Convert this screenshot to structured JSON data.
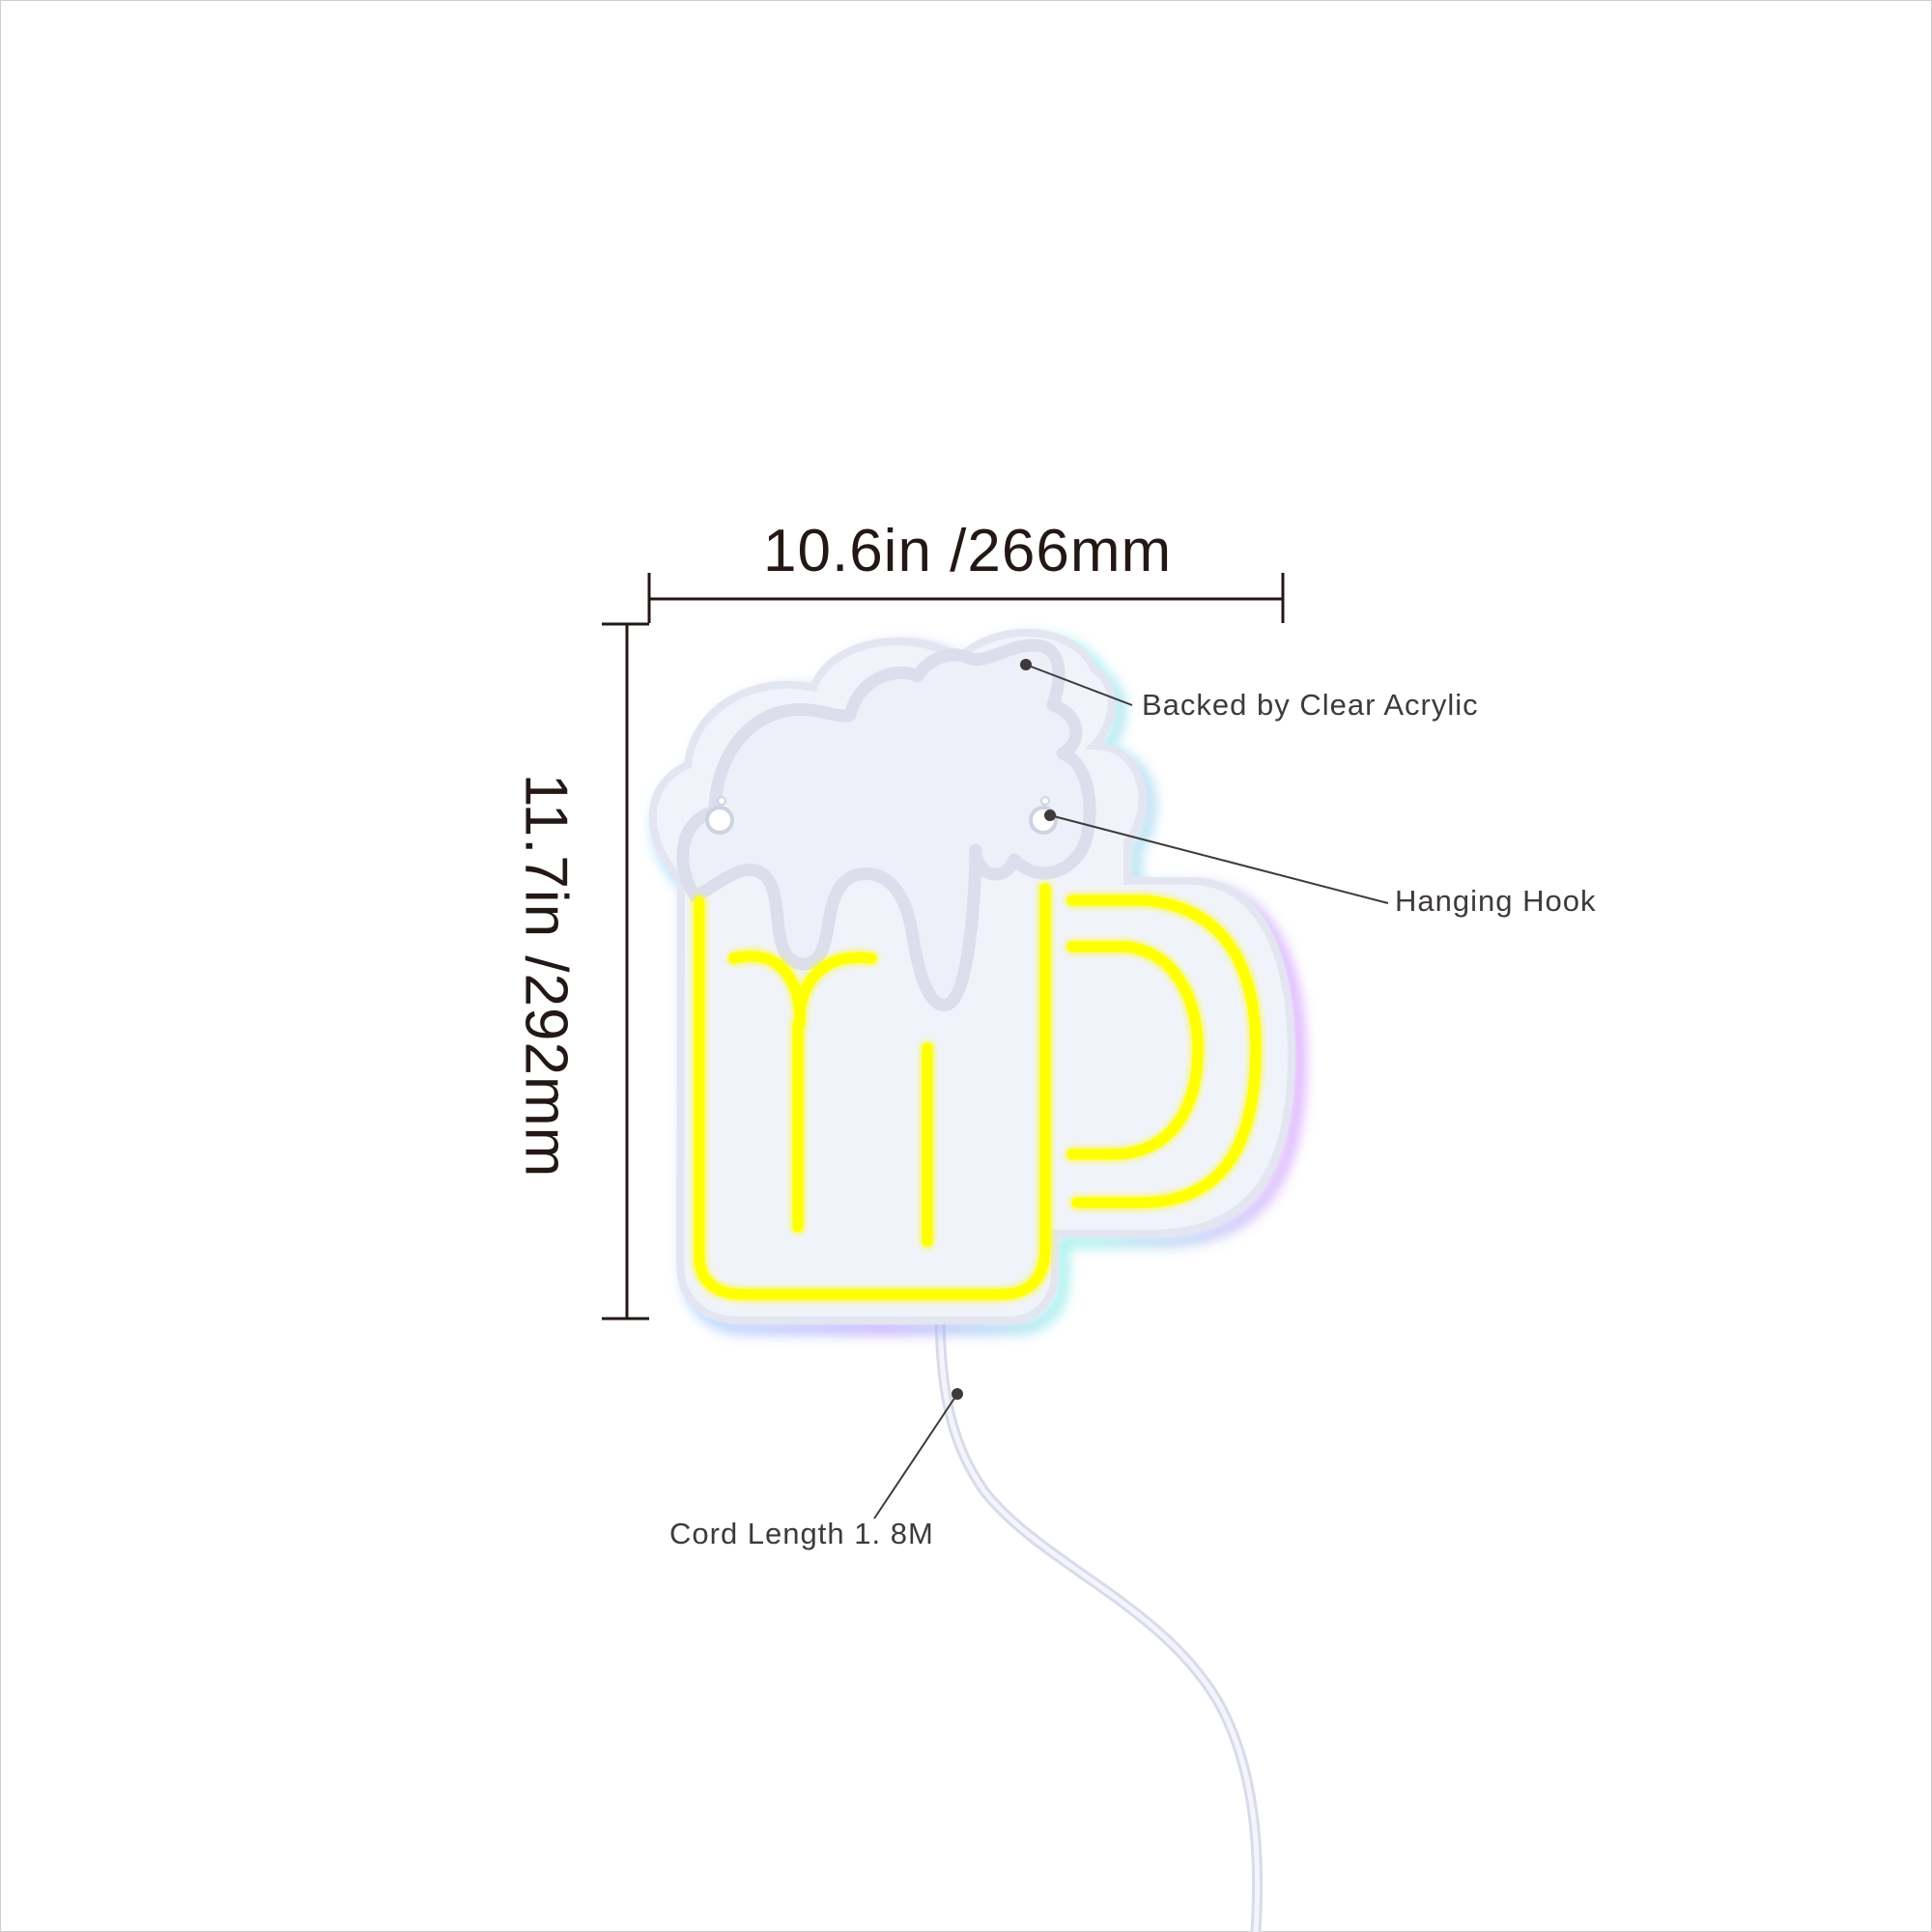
{
  "dimensions": {
    "width_label": "10.6in /266mm",
    "height_label": "11.7in /292mm"
  },
  "callouts": {
    "acrylic": "Backed by Clear Acrylic",
    "hook": "Hanging Hook",
    "cord": "Cord Length 1. 8M"
  },
  "colors": {
    "neon": "#ffff00",
    "backing": "#f1f3fb",
    "backing_outline": "#dfe1ee",
    "dimension_lines": "#231815",
    "leader_lines": "#3e3a39"
  }
}
